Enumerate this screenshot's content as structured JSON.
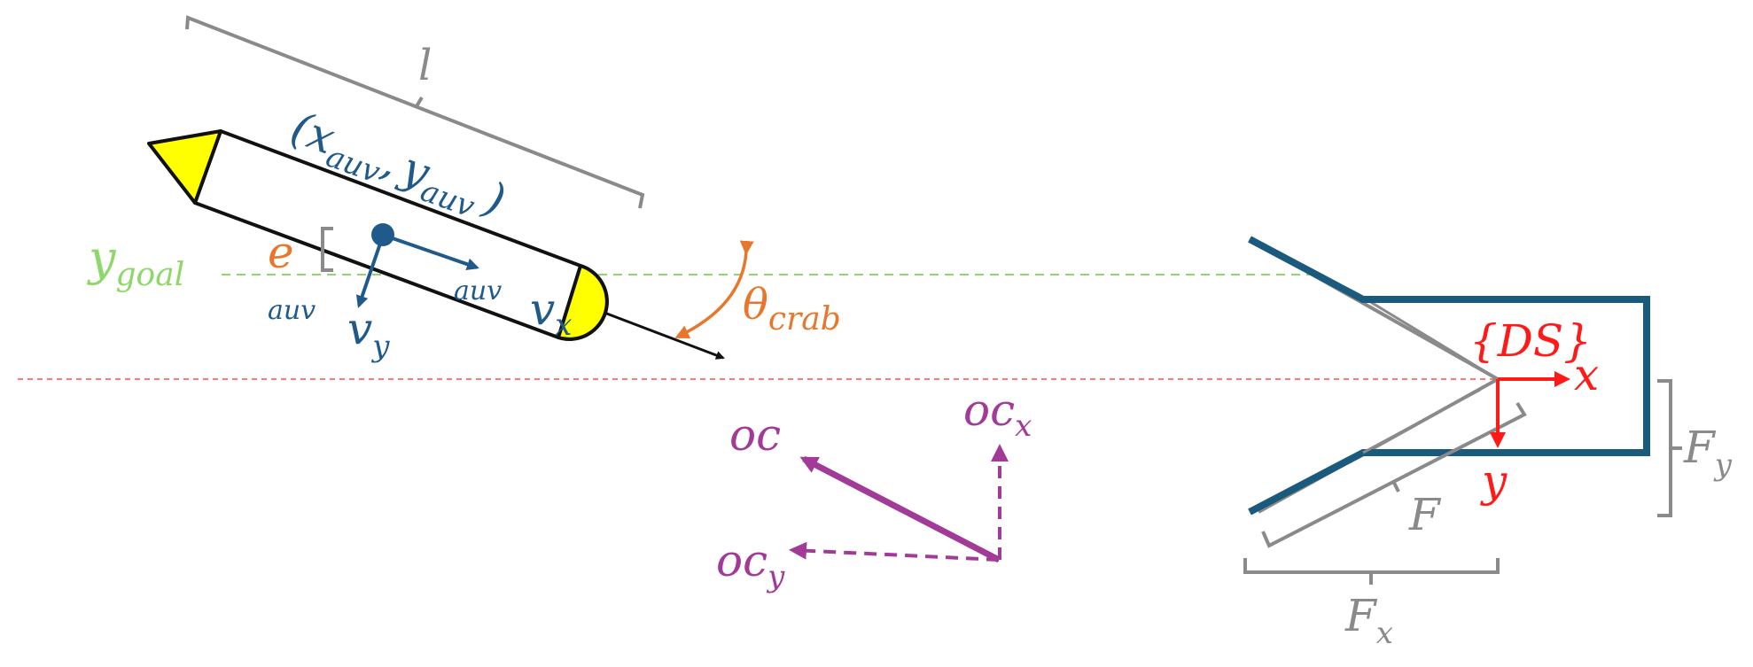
{
  "colors": {
    "black": "#111111",
    "blue": "#1f5a8b",
    "dock_blue": "#1a5b7d",
    "yellow": "#ffff00",
    "green": "#8ed86b",
    "orange": "#e8772e",
    "red": "#ff1a1a",
    "purple": "#a23a98",
    "gray": "#8a8a8a"
  },
  "labels": {
    "length": "l",
    "pos_open": "(",
    "pos_x": "x",
    "pos_x_sub": "auv",
    "pos_comma": ",",
    "pos_y": "y",
    "pos_y_sub": "auv",
    "pos_close": ")",
    "y_goal": "y",
    "y_goal_sub": "goal",
    "error": "e",
    "vy": "v",
    "vy_sub": "y",
    "vy_sup": "auv",
    "vx": "v",
    "vx_sub": "x",
    "vx_sup": "auv",
    "theta": "θ",
    "theta_sub": "crab",
    "frame": "{DS}",
    "frame_x": "x",
    "frame_y": "y",
    "oc": "oc",
    "ocx": "oc",
    "ocx_sub": "x",
    "ocy": "oc",
    "ocy_sub": "y",
    "F": "F",
    "Fx": "F",
    "Fx_sub": "x",
    "Fy": "F",
    "Fy_sub": "y"
  }
}
